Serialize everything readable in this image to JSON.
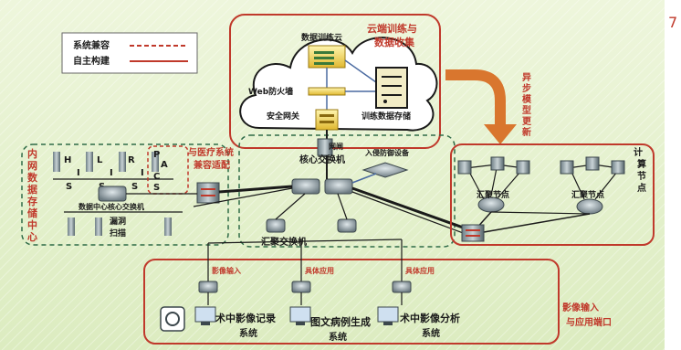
{
  "page_number": "7",
  "legend": {
    "compatible_label": "系统兼容",
    "self_built_label": "自主构建"
  },
  "cloud": {
    "title_line1": "云端训练与",
    "title_line2": "数据收集",
    "data_training_cloud": "数据训练云",
    "web_firewall": "Web防火墙",
    "security_gateway": "安全网关",
    "training_storage": "训练数据存储"
  },
  "async_update": [
    "异",
    "步",
    "模",
    "型",
    "更",
    "新"
  ],
  "internal_center": {
    "title_chars": [
      "内",
      "网",
      "数",
      "据",
      "存",
      "储",
      "中",
      "心"
    ],
    "his_top": [
      "H",
      "L",
      "R"
    ],
    "his_bottom": [
      "I",
      "I",
      "I"
    ],
    "his_s": [
      "S",
      "S",
      "S"
    ],
    "pacs": [
      "P",
      "A",
      "C",
      "S"
    ],
    "compat_line1": "与医疗系统",
    "compat_line2": "兼容适配",
    "core_switch_label": "数据中心核心交换机",
    "vuln_scan_line1": "漏洞",
    "vuln_scan_line2": "扫描"
  },
  "core": {
    "gateway": "网闸",
    "core_switch": "核心交换机",
    "ids": "入侵防御设备",
    "aggregation_switch": "汇聚交换机"
  },
  "compute": {
    "title_chars": [
      "计",
      "算",
      "节",
      "点"
    ],
    "node_a": "汇聚节点",
    "node_b": "汇聚节点"
  },
  "bottom": {
    "title_line1": "影像输入",
    "title_line2": "与应用端口",
    "link_image_input": "影像输入",
    "link_app1": "具体应用",
    "link_app2": "具体应用",
    "sys1_line1": "术中影像记录",
    "sys1_line2": "系统",
    "sys2_line1": "图文病例生成",
    "sys2_line2": "系统",
    "sys3_line1": "术中影像分析",
    "sys3_line2": "系统"
  }
}
